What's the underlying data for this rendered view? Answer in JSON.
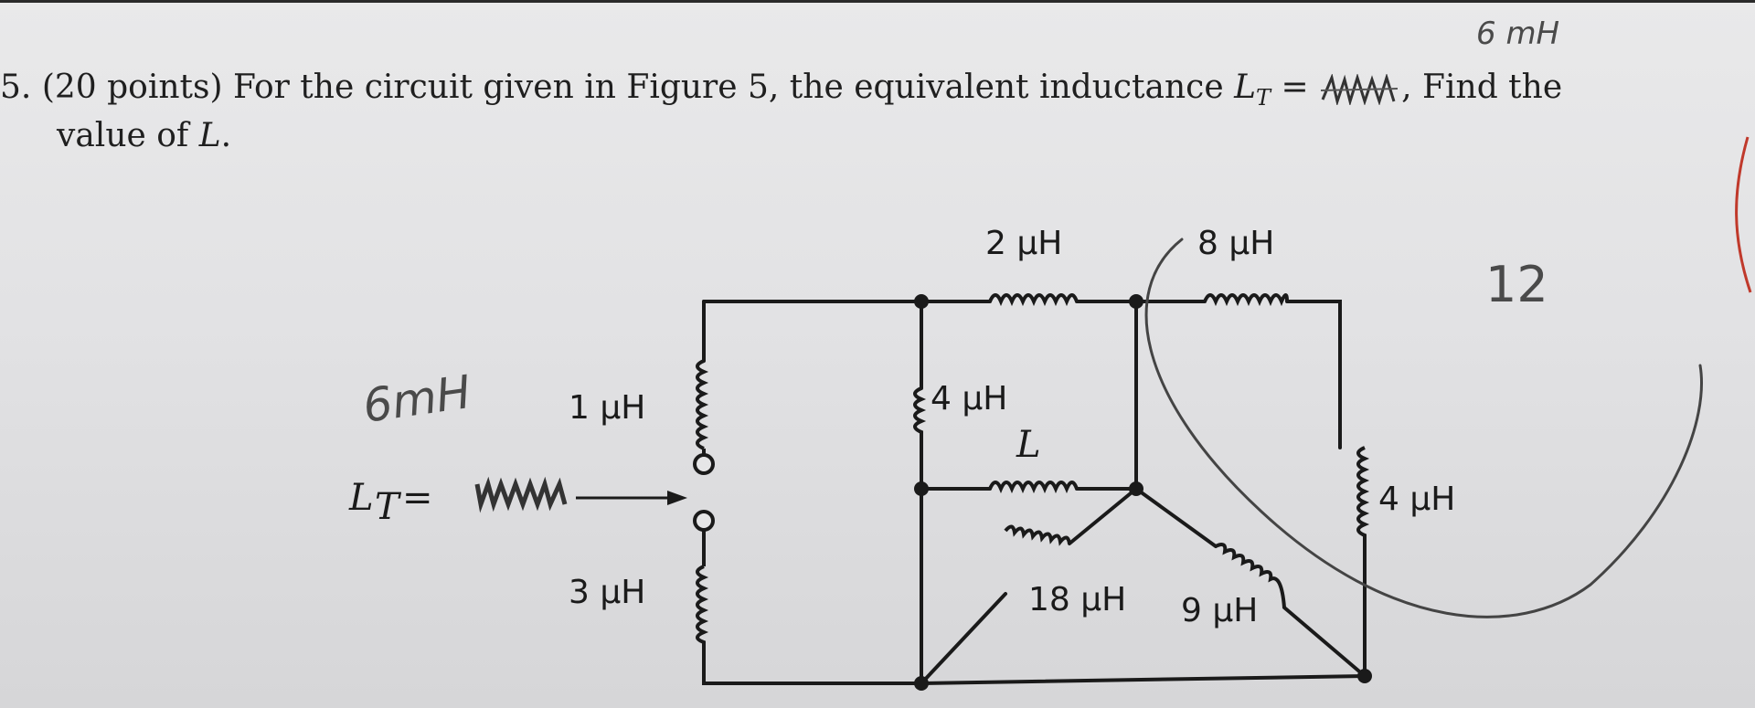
{
  "problem": {
    "number": "5.",
    "points": "(20 points)",
    "text_before": "For the circuit given in Figure 5, the equivalent inductance",
    "lt_symbol": "L",
    "lt_sub": "T",
    "equals": "=",
    "text_after": "Find the",
    "line2_before": "value of",
    "line2_var": "L",
    "line2_after": "."
  },
  "circuit": {
    "labels": {
      "l_top_left": "2 µH",
      "l_top_right": "8 µH",
      "l_left_upper": "1 µH",
      "l_left_lower": "3 µH",
      "l_middle_vertical": "4 µH",
      "l_unknown": "L",
      "l_right_vertical": "4 µH",
      "l_diag_left": "18 µH",
      "l_diag_right": "9 µH",
      "lt_label": "L",
      "lt_sub": "T",
      "lt_equals": "="
    }
  },
  "handwriting": {
    "top_right": "6 mH",
    "left": "6mH",
    "right_number": "12"
  }
}
